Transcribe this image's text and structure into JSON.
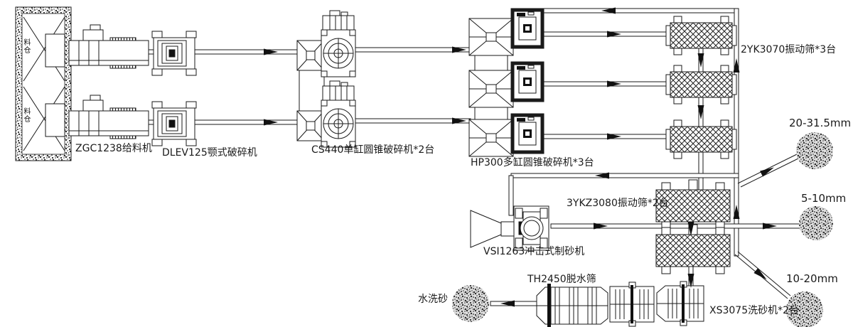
{
  "diagram": {
    "type": "process-flow",
    "ink_color": "#1a1a1a",
    "screen_hatch_color": "#222222",
    "stockpile_color": "#2b2b2b",
    "equipment": {
      "silo_label": "料仓",
      "feeder": "ZGC1238给料机",
      "jaw_crusher": "DLEV125颚式破碎机",
      "cone_crusher": "CS440单缸圆锥破碎机*2台",
      "hp_cone_crusher": "HP300多缸圆锥破碎机*3台",
      "screen_2yk": "2YK3070振动筛*3台",
      "screen_3ykz": "3YKZ3080振动筛*2台",
      "sand_maker": "VSI1263冲击式制砂机",
      "dewatering_screen": "TH2450脱水筛",
      "sand_washer": "XS3075洗砂机*2台"
    },
    "outputs": {
      "washed_sand": "水洗砂",
      "size_20_315": "20-31.5mm",
      "size_5_10": "5-10mm",
      "size_10_20": "10-20mm"
    }
  }
}
